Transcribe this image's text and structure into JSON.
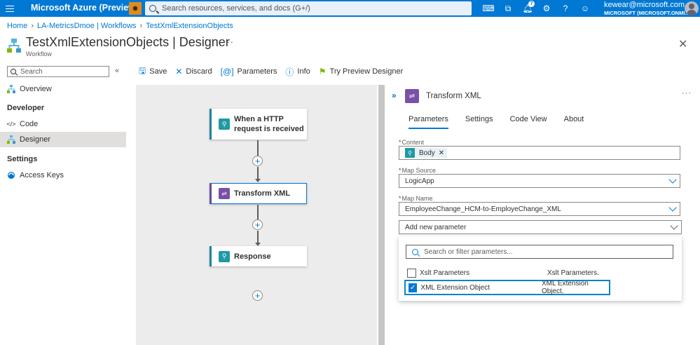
{
  "topbar": {
    "brand": "Microsoft Azure (Preview)",
    "search_placeholder": "Search resources, services, and docs (G+/)",
    "notification_count": "7",
    "account_email": "kewear@microsoft.com",
    "account_tenant": "MICROSOFT (MICROSOFT.ONMI...",
    "accent": "#0078d4"
  },
  "breadcrumb": [
    "Home",
    "LA-MetricsDmoe | Workflows",
    "TestXmlExtensionObjects"
  ],
  "page": {
    "title": "TestXmlExtensionObjects | Designer",
    "subtitle": "Workflow",
    "more": "···"
  },
  "leftnav": {
    "search_placeholder": "Search",
    "collapse": "«",
    "overview": "Overview",
    "developer_heading": "Developer",
    "code": "Code",
    "designer": "Designer",
    "settings_heading": "Settings",
    "access_keys": "Access Keys"
  },
  "toolbar": {
    "save": "Save",
    "discard": "Discard",
    "parameters": "Parameters",
    "info": "Info",
    "preview": "Try Preview Designer"
  },
  "workflow": {
    "trigger": "When a HTTP request is received",
    "action": "Transform XML",
    "response": "Response"
  },
  "panel": {
    "title": "Transform XML",
    "tabs": [
      "Parameters",
      "Settings",
      "Code View",
      "About"
    ],
    "content_label": "Content",
    "content_token": "Body",
    "map_source_label": "Map Source",
    "map_source_value": "LogicApp",
    "map_name_label": "Map Name",
    "map_name_value": "EmployeeChange_HCM-to-EmployeChange_XML",
    "add_param": "Add new parameter",
    "dd_search_placeholder": "Search or filter parameters...",
    "options": [
      {
        "name": "Xslt Parameters",
        "desc": "Xslt Parameters.",
        "checked": false
      },
      {
        "name": "XML Extension Object",
        "desc": "XML Extension Object.",
        "checked": true
      }
    ]
  }
}
